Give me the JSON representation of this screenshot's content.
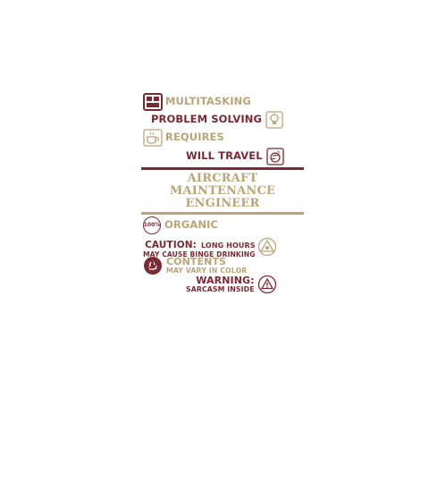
{
  "design": {
    "colors": {
      "maroon": "#7a2a32",
      "gold": "#b9a577"
    },
    "lines": {
      "multitasking": "MULTITASKING",
      "problem_solving": "PROBLEM SOLVING",
      "requires": "REQUIRES",
      "will_travel": "WILL TRAVEL",
      "title_1": "AIRCRAFT",
      "title_2": "MAINTENANCE",
      "title_3": "ENGINEER",
      "badge_100": "100%",
      "organic": "ORGANIC",
      "caution_label": "CAUTION:",
      "caution_text": "LONG HOURS",
      "caution_line2": "MAY CAUSE BINGE DRINKING",
      "contents": "CONTENTS",
      "contents_line2": "MAY VARY IN COLOR",
      "warning_label": "WARNING:",
      "warning_line2": "SARCASM INSIDE"
    },
    "icons": [
      "window-grid-icon",
      "lightbulb-gears-icon",
      "coffee-cup-icon",
      "globe-plane-icon",
      "hundred-percent-badge-icon",
      "hazard-triangle-icon",
      "recycle-icon",
      "warning-triangle-icon"
    ]
  }
}
